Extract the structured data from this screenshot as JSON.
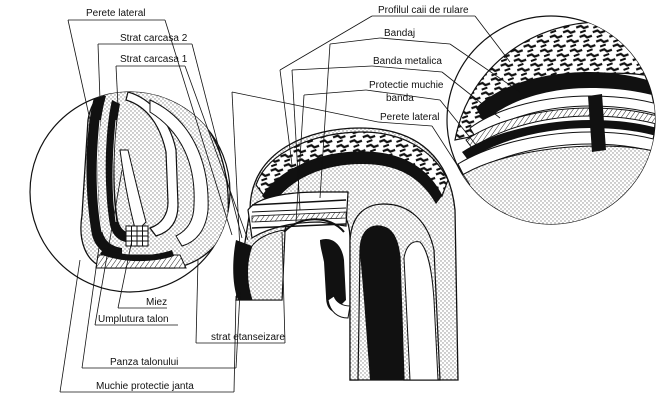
{
  "labels": {
    "perete_lateral_left": "Perete lateral",
    "strat_carcasa_2": "Strat carcasa 2",
    "strat_carcasa_1": "Strat carcasa 1",
    "miez": "Miez",
    "umplutura_talon": "Umplutura talon",
    "strat_etanseizare": "strat etanseizare",
    "panza_talonului": "Panza talonului",
    "muchie_protectie_janta": "Muchie protectie janta",
    "profilul_caii_de_rulare": "Profilul caii de rulare",
    "bandaj": "Bandaj",
    "banda_metalica": "Banda metalica",
    "protectie_muchie_banda_l1": "Protectie muchie",
    "protectie_muchie_banda_l2": "banda",
    "perete_lateral_right": "Perete lateral"
  },
  "colors": {
    "ink": "#111111",
    "stipple": "#9a9a9a",
    "background": "#ffffff"
  }
}
